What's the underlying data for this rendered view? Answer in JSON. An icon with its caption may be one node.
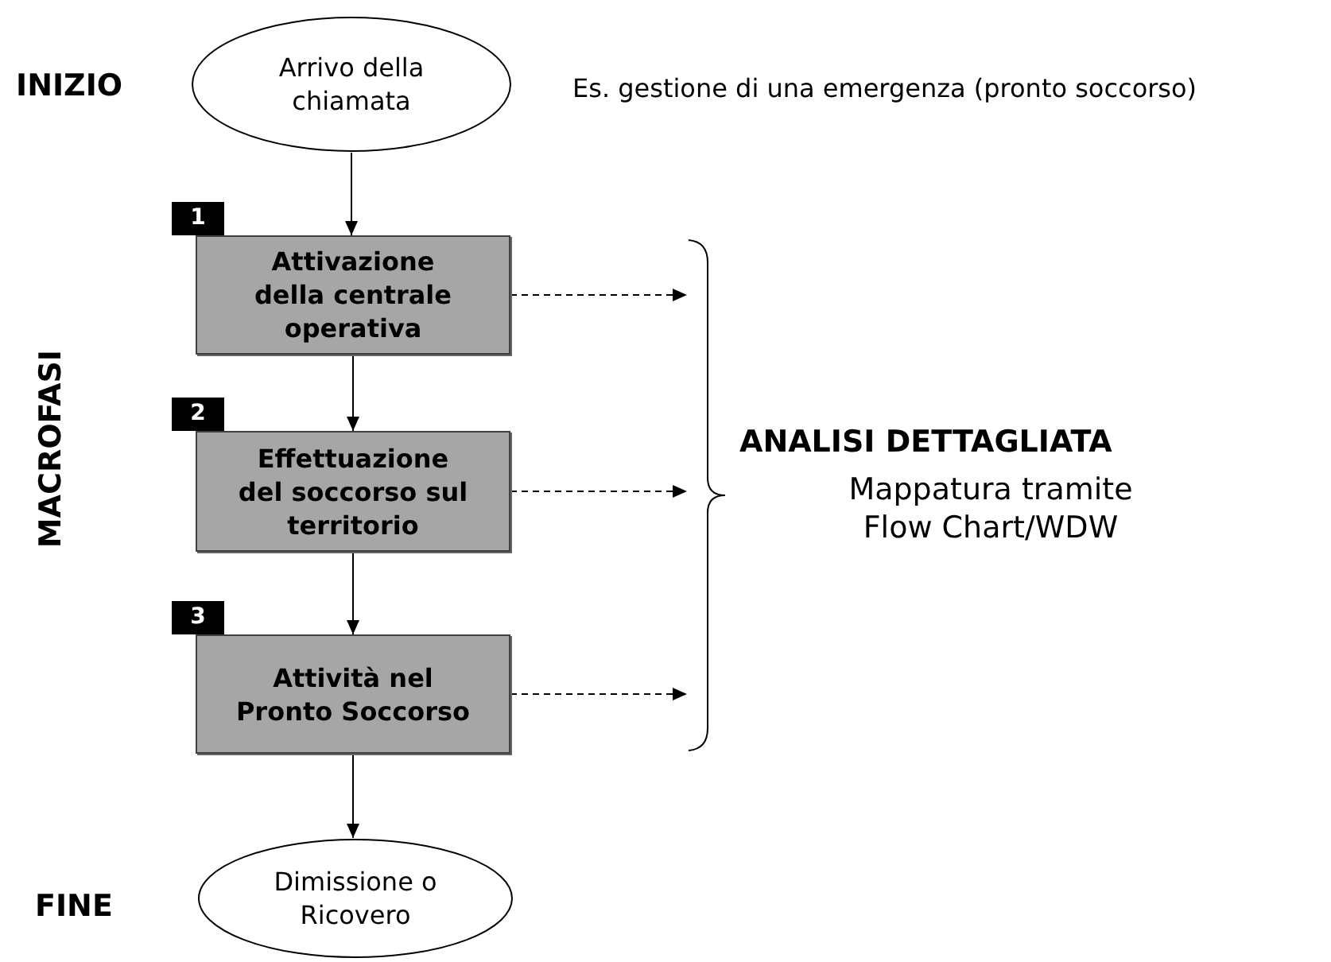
{
  "diagram": {
    "nodes": [
      {
        "text": [
          "Arrivo della chiamata"
        ]
      },
      {
        "text": [
          "Attivazione della centrale operativa"
        ],
        "beside": [
          "1"
        ]
      },
      {
        "text": [
          "Effettuazione del soccorso sul territorio"
        ],
        "beside": [
          "2"
        ]
      },
      {
        "text": [
          "Attività nel Pronto Soccorso"
        ],
        "beside": [
          "3"
        ]
      },
      {
        "text": [
          "Dimissione o Ricovero"
        ]
      },
      {
        "text": [],
        "shape": "brace"
      }
    ],
    "edges": [
      {
        "from": 0,
        "to": 1,
        "arrow": "to"
      },
      {
        "from": 1,
        "to": 2,
        "arrow": "to"
      },
      {
        "from": 2,
        "to": 3,
        "arrow": "to"
      },
      {
        "from": 3,
        "to": 4,
        "arrow": "to"
      },
      {
        "from": 1,
        "to": 5,
        "arrow": "to",
        "style": "dashed"
      },
      {
        "from": 2,
        "to": 5,
        "arrow": "to",
        "style": "dashed"
      },
      {
        "from": 3,
        "to": 5,
        "arrow": "to",
        "style": "dashed"
      }
    ],
    "labels": [
      "INIZIO",
      "Es. gestione di una emergenza (pronto soccorso)",
      "MACROFASI",
      "ANALISI DETTAGLIATA",
      "Mappatura tramite Flow Chart/WDW",
      "FINE"
    ]
  }
}
